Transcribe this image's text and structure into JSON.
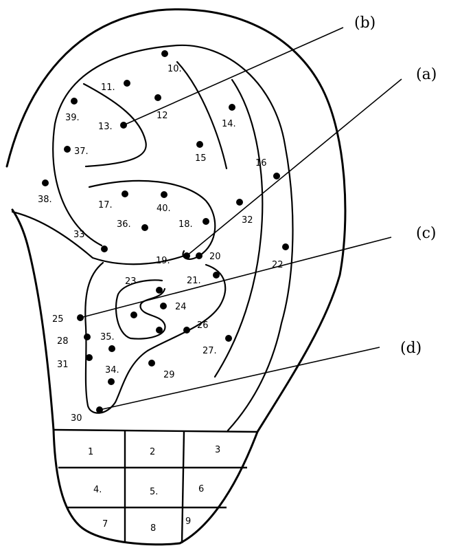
{
  "points": [
    {
      "label": "10."
    },
    {
      "label": "11."
    },
    {
      "label": "12"
    },
    {
      "label": "13."
    },
    {
      "label": "14."
    },
    {
      "label": "15"
    },
    {
      "label": "16"
    },
    {
      "label": "17."
    },
    {
      "label": "18."
    },
    {
      "label": "19."
    },
    {
      "label": "20"
    },
    {
      "label": "21."
    },
    {
      "label": "22"
    },
    {
      "label": "23"
    },
    {
      "label": "24"
    },
    {
      "label": "25"
    },
    {
      "label": "26"
    },
    {
      "label": "27."
    },
    {
      "label": "28"
    },
    {
      "label": "29"
    },
    {
      "label": "30"
    },
    {
      "label": "31"
    },
    {
      "label": "32"
    },
    {
      "label": "33"
    },
    {
      "label": "34."
    },
    {
      "label": "35."
    },
    {
      "label": "36."
    },
    {
      "label": "37."
    },
    {
      "label": "38."
    },
    {
      "label": "39."
    },
    {
      "label": "40."
    }
  ],
  "lobe_zones": [
    {
      "label": "1"
    },
    {
      "label": "2"
    },
    {
      "label": "3"
    },
    {
      "label": "4."
    },
    {
      "label": "5."
    },
    {
      "label": "6"
    },
    {
      "label": "7"
    },
    {
      "label": "8"
    },
    {
      "label": "9"
    }
  ],
  "callouts": [
    {
      "label": "(b)"
    },
    {
      "label": "(a)"
    },
    {
      "label": "(c)"
    },
    {
      "label": "(d)"
    }
  ]
}
